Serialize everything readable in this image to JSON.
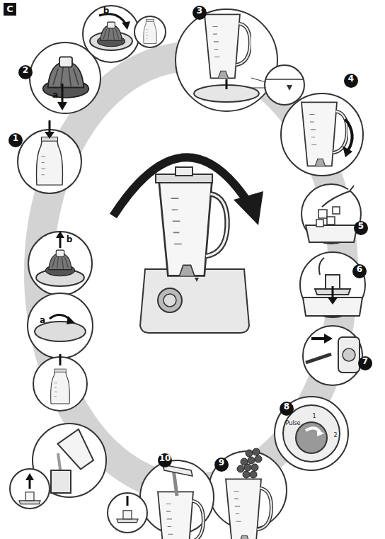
{
  "diagram": {
    "labels": [
      "C",
      "1",
      "2",
      "a",
      "b",
      "3",
      "4",
      "5",
      "6",
      "7",
      "8",
      "Pulse",
      "1",
      "2",
      "9",
      "10",
      "b",
      "a"
    ]
  }
}
